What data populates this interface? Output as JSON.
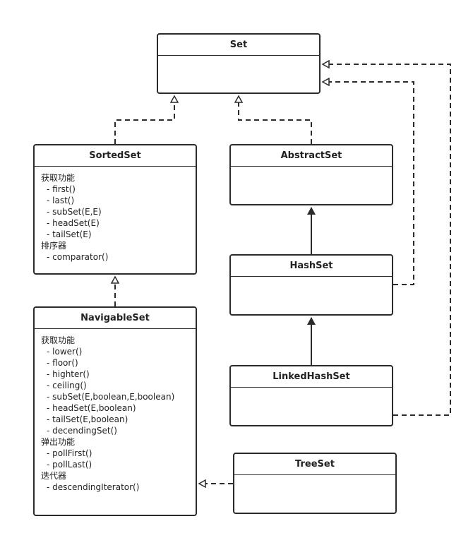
{
  "set": {
    "title": "Set"
  },
  "sortedset": {
    "title": "SortedSet",
    "lines": [
      {
        "text": "获取功能",
        "method": false
      },
      {
        "text": "- first()",
        "method": true
      },
      {
        "text": "- last()",
        "method": true
      },
      {
        "text": "- subSet(E,E)",
        "method": true
      },
      {
        "text": "- headSet(E)",
        "method": true
      },
      {
        "text": "- tailSet(E)",
        "method": true
      },
      {
        "text": "排序器",
        "method": false
      },
      {
        "text": "- comparator()",
        "method": true
      }
    ]
  },
  "abstractset": {
    "title": "AbstractSet"
  },
  "hashset": {
    "title": "HashSet"
  },
  "navigableset": {
    "title": "NavigableSet",
    "lines": [
      {
        "text": "获取功能",
        "method": false
      },
      {
        "text": "- lower()",
        "method": true
      },
      {
        "text": "- floor()",
        "method": true
      },
      {
        "text": "- highter()",
        "method": true
      },
      {
        "text": "- ceiling()",
        "method": true
      },
      {
        "text": "- subSet(E,boolean,E,boolean)",
        "method": true
      },
      {
        "text": "- headSet(E,boolean)",
        "method": true
      },
      {
        "text": "- tailSet(E,boolean)",
        "method": true
      },
      {
        "text": "- decendingSet()",
        "method": true
      },
      {
        "text": "弹出功能",
        "method": false
      },
      {
        "text": "- pollFirst()",
        "method": true
      },
      {
        "text": "- pollLast()",
        "method": true
      },
      {
        "text": "迭代器",
        "method": false
      },
      {
        "text": "- descendingIterator()",
        "method": true
      }
    ]
  },
  "linkedhashset": {
    "title": "LinkedHashSet"
  },
  "treeset": {
    "title": "TreeSet"
  },
  "colors": {
    "line": "#2b2b2b",
    "background": "#ffffff"
  }
}
